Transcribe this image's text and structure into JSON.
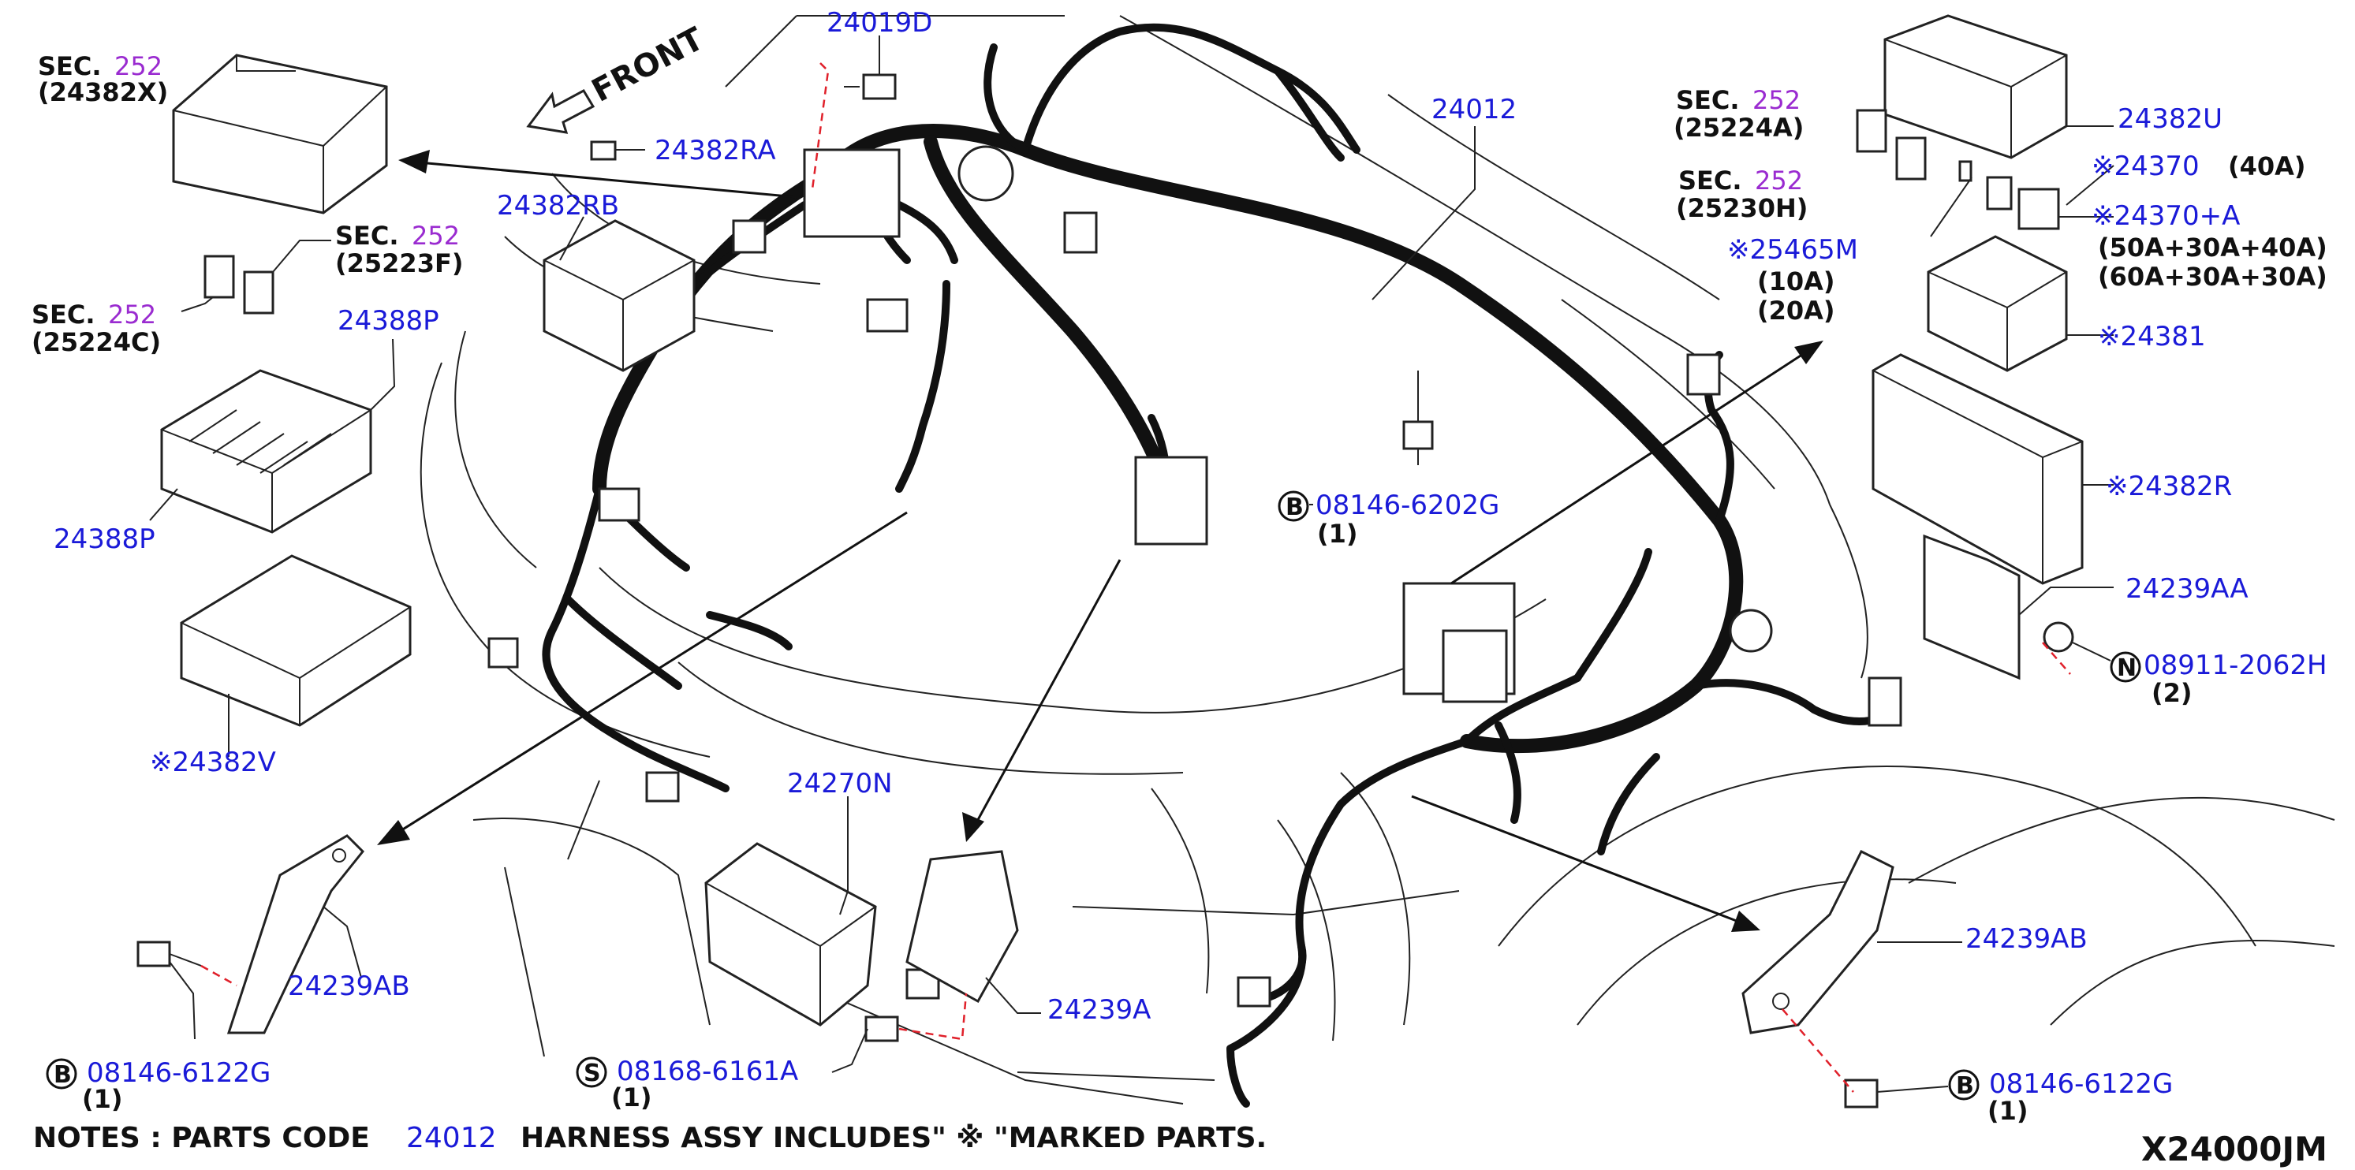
{
  "diagram": {
    "code": "X24000JM",
    "front_label": "FRONT",
    "notes": {
      "prefix": "NOTES : PARTS CODE",
      "code": "24012",
      "suffix": "HARNESS ASSY INCLUDES\" ※ \"MARKED PARTS."
    },
    "sec_word": "SEC.",
    "sec_num": "252",
    "parts": {
      "p24019D": "24019D",
      "p24382RA": "24382RA",
      "p24382RB": "24382RB",
      "p24012": "24012",
      "p24382U": "24382U",
      "p24370": "※24370",
      "p24370_amp": "(40A)",
      "p24370A": "※24370+A",
      "p24370A_amp1": "(50A+30A+40A)",
      "p24370A_amp2": "(60A+30A+30A)",
      "p25465M": "※25465M",
      "p25465M_amp1": "(10A)",
      "p25465M_amp2": "(20A)",
      "p24381": "※24381",
      "p24382R": "※24382R",
      "p24239AA": "24239AA",
      "p08911": "08911-2062H",
      "p08911_qty": "(2)",
      "p08146_6202G": "08146-6202G",
      "p08146_6202G_qty": "(1)",
      "p24388P_a": "24388P",
      "p24388P_b": "24388P",
      "p24382V": "※24382V",
      "p24270N": "24270N",
      "p24239AB_left": "24239AB",
      "p24239AB_right": "24239AB",
      "p24239A": "24239A",
      "p08146_6122G_left": "08146-6122G",
      "p08146_6122G_left_qty": "(1)",
      "p08168": "08168-6161A",
      "p08168_qty": "(1)",
      "p08146_6122G_right": "08146-6122G",
      "p08146_6122G_right_qty": "(1)"
    },
    "sec_refs": {
      "s24382X": "(24382X)",
      "s25223F": "(25223F)",
      "s25224C": "(25224C)",
      "s25224A": "(25224A)",
      "s25230H": "(25230H)"
    },
    "circle_letters": {
      "b": "B",
      "s": "S",
      "n": "N"
    }
  }
}
